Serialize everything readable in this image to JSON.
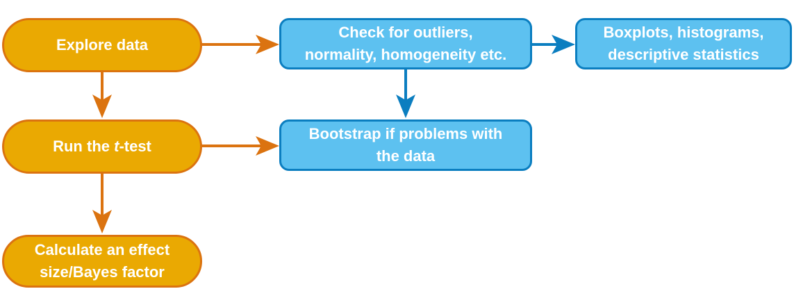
{
  "colors": {
    "step_fill": "#EAA902",
    "step_border": "#DB7310",
    "step_arrow": "#DB7310",
    "detail_fill": "#5DC1F0",
    "detail_border": "#0B7EC0",
    "detail_arrow": "#0B7EC0",
    "text": "#ffffff"
  },
  "nodes": {
    "explore": {
      "label": "Explore data"
    },
    "ttest": {
      "label_before": "Run the ",
      "label_italic": "t",
      "label_after": "-test"
    },
    "effect": {
      "label": "Calculate an effect\nsize/Bayes factor"
    },
    "check": {
      "label": "Check for outliers,\nnormality, homogeneity etc."
    },
    "boxplots": {
      "label": "Boxplots, histograms,\ndescriptive statistics"
    },
    "bootstrap": {
      "label": "Bootstrap if problems with\nthe data"
    }
  },
  "edges": [
    {
      "from": "explore",
      "to": "check",
      "kind": "step"
    },
    {
      "from": "explore",
      "to": "ttest",
      "kind": "step"
    },
    {
      "from": "ttest",
      "to": "bootstrap",
      "kind": "step"
    },
    {
      "from": "ttest",
      "to": "effect",
      "kind": "step"
    },
    {
      "from": "check",
      "to": "boxplots",
      "kind": "detail"
    },
    {
      "from": "check",
      "to": "bootstrap",
      "kind": "detail"
    }
  ]
}
